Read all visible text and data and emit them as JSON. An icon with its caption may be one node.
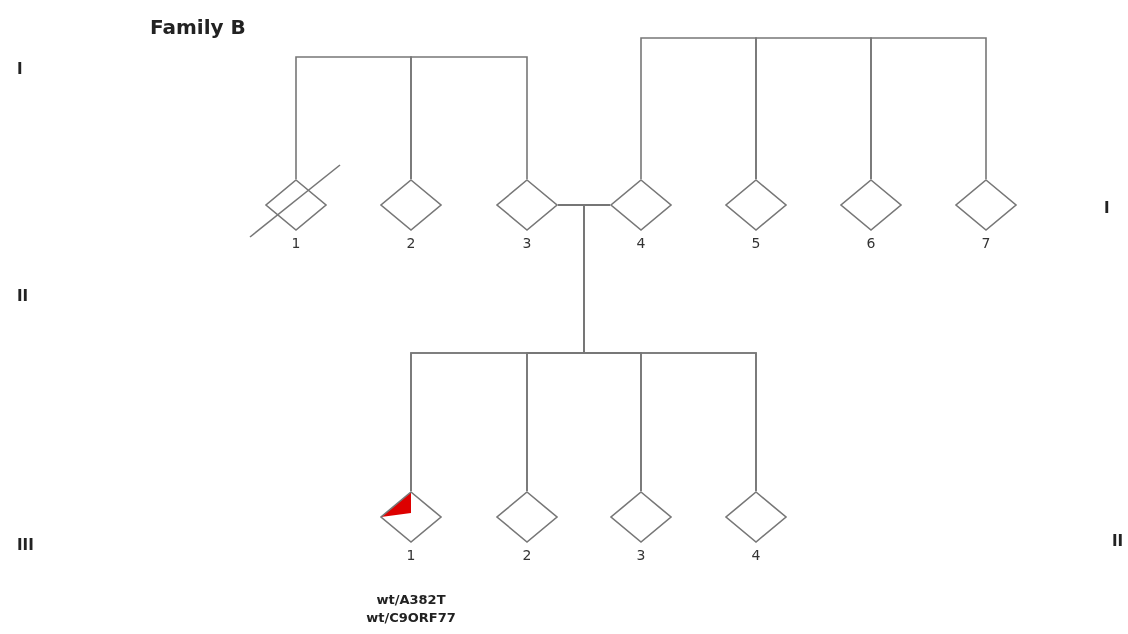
{
  "diagram": {
    "title": "Family B",
    "nodes": [
      {
        "text": [],
        "shape": "diamond",
        "beside": [
          "1"
        ]
      },
      {
        "text": [],
        "shape": "diamond",
        "beside": [
          "2"
        ]
      },
      {
        "text": [],
        "shape": "diamond",
        "beside": [
          "3"
        ]
      },
      {
        "text": [],
        "shape": "diamond",
        "beside": [
          "4"
        ]
      },
      {
        "text": [],
        "shape": "diamond",
        "beside": [
          "5"
        ]
      },
      {
        "text": [],
        "shape": "diamond",
        "beside": [
          "6"
        ]
      },
      {
        "text": [],
        "shape": "diamond",
        "beside": [
          "7"
        ]
      },
      {
        "text": [],
        "shape": "diamond",
        "beside": [
          "1",
          "wt/A382T",
          "wt/C9ORF77"
        ]
      },
      {
        "text": [],
        "shape": "diamond",
        "beside": [
          "2"
        ]
      },
      {
        "text": [],
        "shape": "diamond",
        "beside": [
          "3"
        ]
      },
      {
        "text": [],
        "shape": "diamond",
        "beside": [
          "4"
        ]
      }
    ],
    "edges": [
      {
        "from": 0,
        "to": 1,
        "arrow": "none"
      },
      {
        "from": 1,
        "to": 2,
        "arrow": "none"
      },
      {
        "from": 3,
        "to": 4,
        "arrow": "none"
      },
      {
        "from": 4,
        "to": 5,
        "arrow": "none"
      },
      {
        "from": 5,
        "to": 6,
        "arrow": "none"
      },
      {
        "from": 2,
        "to": 3,
        "arrow": "none"
      },
      {
        "from": 2,
        "to": 7,
        "arrow": "none"
      },
      {
        "from": 2,
        "to": 8,
        "arrow": "none"
      },
      {
        "from": 2,
        "to": 9,
        "arrow": "none"
      },
      {
        "from": 2,
        "to": 10,
        "arrow": "none"
      },
      {
        "from": 3,
        "to": 7,
        "arrow": "none"
      },
      {
        "from": 3,
        "to": 8,
        "arrow": "none"
      },
      {
        "from": 3,
        "to": 9,
        "arrow": "none"
      },
      {
        "from": 3,
        "to": 10,
        "arrow": "none"
      }
    ],
    "labels": [
      "I",
      "I",
      "II",
      "III",
      "II"
    ]
  }
}
